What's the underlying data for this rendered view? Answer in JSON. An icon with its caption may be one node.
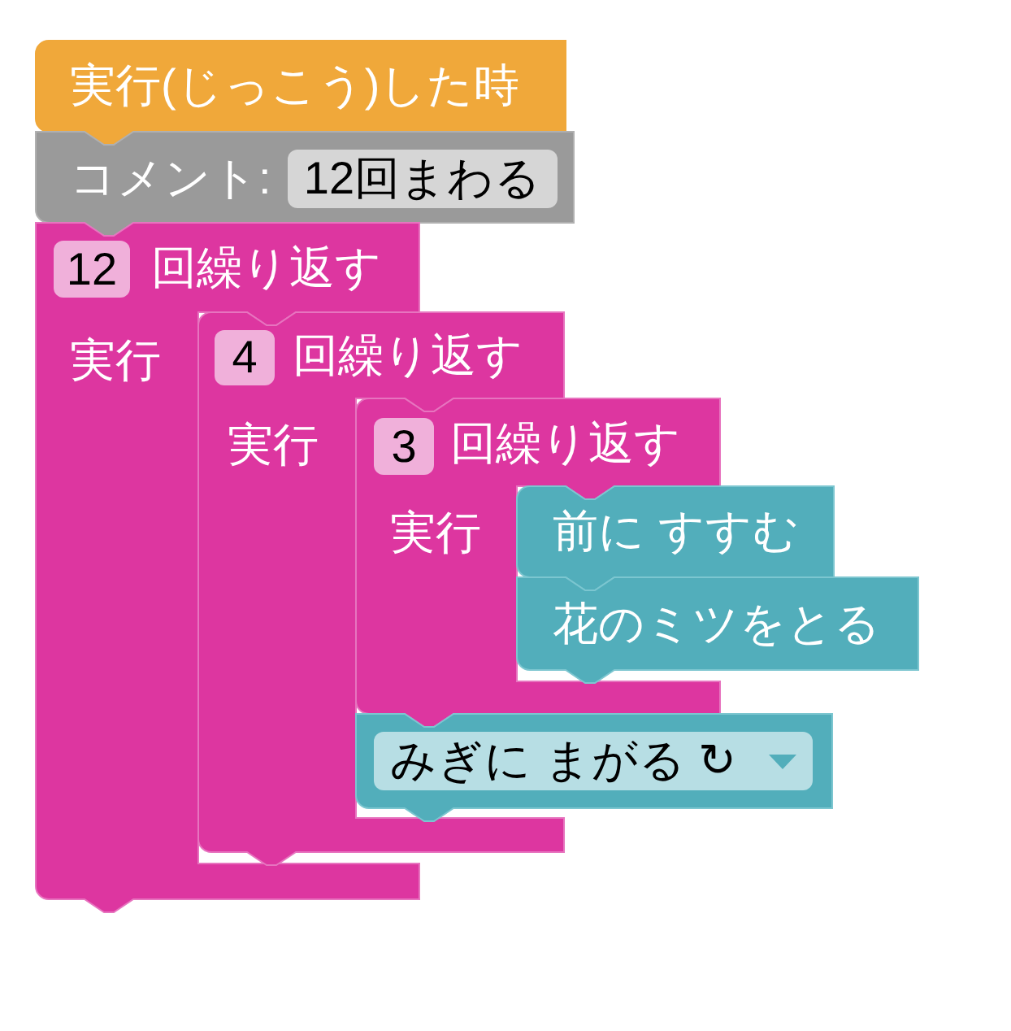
{
  "diagram": {
    "nodes": [
      {
        "text": [
          "実行(じっこう)した時"
        ]
      },
      {
        "text": [
          "コメント:"
        ]
      },
      {
        "text": [
          "12回まわる"
        ],
        "in": 1
      },
      {
        "text": [
          "回繰り返す",
          "実行"
        ]
      },
      {
        "text": [
          "12"
        ],
        "in": 3
      },
      {
        "text": [
          "回繰り返す",
          "実行"
        ]
      },
      {
        "text": [
          "4"
        ],
        "in": 5
      },
      {
        "text": [
          "回繰り返す",
          "実行"
        ]
      },
      {
        "text": [
          "3"
        ],
        "in": 7
      },
      {
        "text": [
          "前に すすむ"
        ]
      },
      {
        "text": [
          "花のミツをとる"
        ]
      },
      {
        "text": [],
        "shape": "box"
      },
      {
        "text": [
          "みぎに まがる ↻"
        ],
        "in": 11
      }
    ]
  }
}
